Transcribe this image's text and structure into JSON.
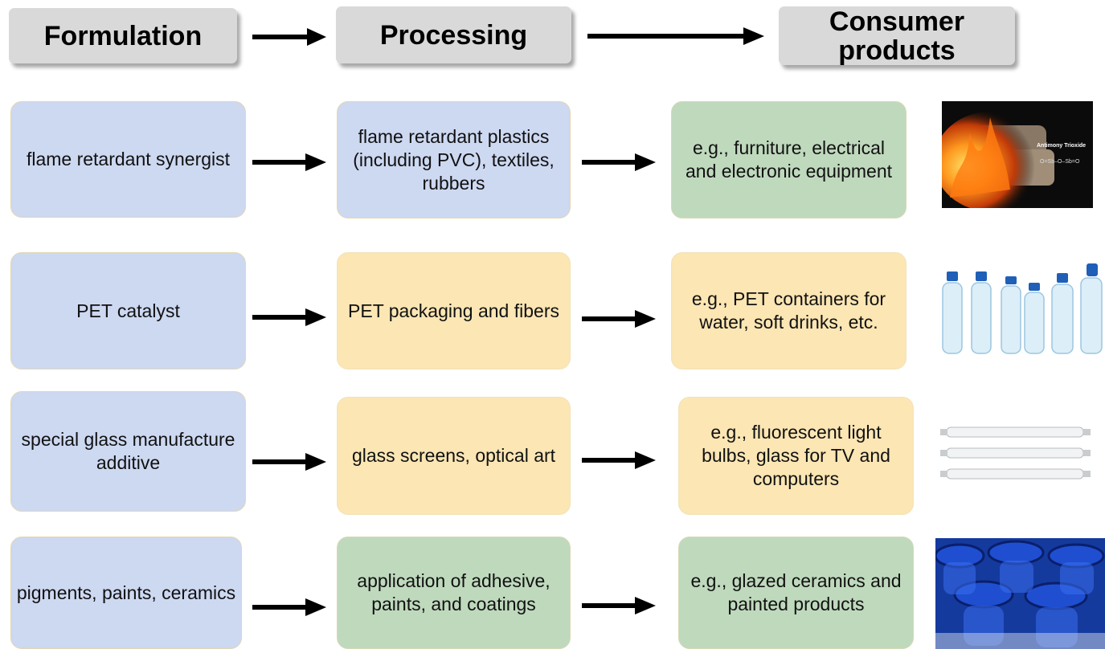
{
  "headers": {
    "formulation": "Formulation",
    "processing": "Processing",
    "consumer": "Consumer products"
  },
  "rows": [
    {
      "formulation": "flame retardant synergist",
      "processing": "flame retardant plastics (including PVC),  textiles, rubbers",
      "consumer": "e.g., furniture, electrical and electronic equipment",
      "image_label": "Antimony Trioxide",
      "image_formula": "O=Sb–O–Sb=O"
    },
    {
      "formulation": "PET catalyst",
      "processing": "PET packaging and fibers",
      "consumer": "e.g., PET containers for water, soft drinks, etc."
    },
    {
      "formulation": "special glass manufacture additive",
      "processing": "glass screens, optical art",
      "consumer": "e.g., fluorescent light bulbs, glass for TV and computers"
    },
    {
      "formulation": "pigments, paints, ceramics",
      "processing": "application of adhesive, paints, and coatings",
      "consumer": "e.g., glazed ceramics and painted  products"
    }
  ],
  "colors": {
    "header_bg": "#d9d9d9",
    "blue_box": "#cdd8f1",
    "yellow_box": "#fbe6b4",
    "green_box": "#bfd9bd",
    "arrow": "#000000"
  },
  "images": [
    "burning-sofa-image",
    "water-bottles-image",
    "fluorescent-tubes-image",
    "blue-ceramic-pots-image"
  ]
}
